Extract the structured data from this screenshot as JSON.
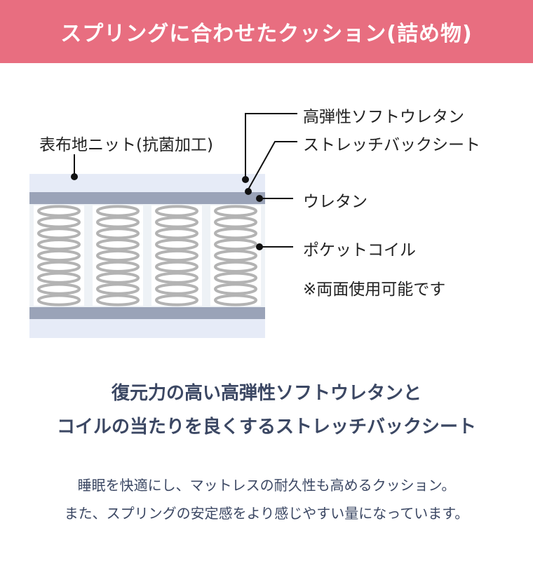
{
  "header": {
    "title": "スプリングに合わせたクッション(詰め物)"
  },
  "diagram": {
    "labels": {
      "cover": "表布地ニット(抗菌加工)",
      "high_resilience": "高弾性ソフトウレタン",
      "stretch_sheet": "ストレッチバックシート",
      "urethane": "ウレタン",
      "pocket_coil": "ポケットコイル"
    },
    "note": "※両面使用可能です",
    "colors": {
      "cover": "#e6ebf7",
      "urethane_band": "#9aa3b8",
      "coil_area": "#e8edf3",
      "coil": "#b3b3b3",
      "leader": "#111111",
      "header_bg": "#e86e80"
    },
    "coil_count": 4
  },
  "heading": {
    "line1": "復元力の高い高弾性ソフトウレタンと",
    "line2": "コイルの当たりを良くするストレッチバックシート"
  },
  "description": {
    "line1": "睡眠を快適にし、マットレスの耐久性も高めるクッション。",
    "line2": "また、スプリングの安定感をより感じやすい量になっています。"
  }
}
